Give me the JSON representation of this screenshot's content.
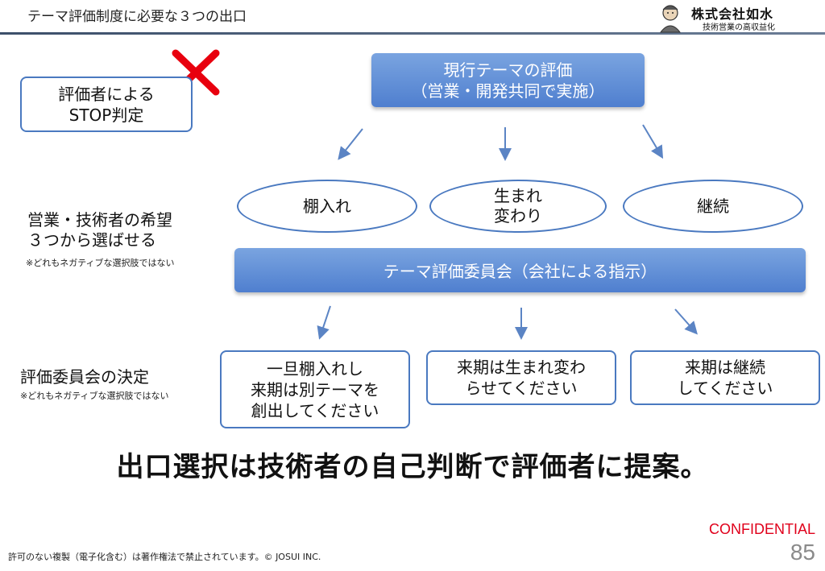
{
  "header": {
    "title": "テーマ評価制度に必要な３つの出口",
    "logo_line1": "株式会社如水",
    "logo_line2": "技術営業の高収益化"
  },
  "left": {
    "stop_box": "評価者による\nSTOP判定",
    "wish_label": "営業・技術者の希望\n３つから選ばせる",
    "wish_note": "※どれもネガティブな選択肢ではない",
    "decision_label": "評価委員会の決定",
    "decision_note": "※どれもネガティブな選択肢ではない"
  },
  "top_box": "現行テーマの評価\n（営業・開発共同で実施）",
  "choices": [
    "棚入れ",
    "生まれ\n変わり",
    "継続"
  ],
  "committee_bar": "テーマ評価委員会（会社による指示）",
  "decisions": [
    "一旦棚入れし\n来期は別テーマを\n創出してください",
    "来期は生まれ変わ\nらせてください",
    "来期は継続\nしてください"
  ],
  "headline": "出口選択は技術者の自己判断で評価者に提案。",
  "footer": "許可のない複製（電子化含む）は著作権法で禁止されています。© JOSUI INC.",
  "confidential": "CONFIDENTIAL",
  "page_number": "85",
  "colors": {
    "accent": "#4a79c0",
    "cross": "#e8000e",
    "confidential": "#e0001b"
  }
}
